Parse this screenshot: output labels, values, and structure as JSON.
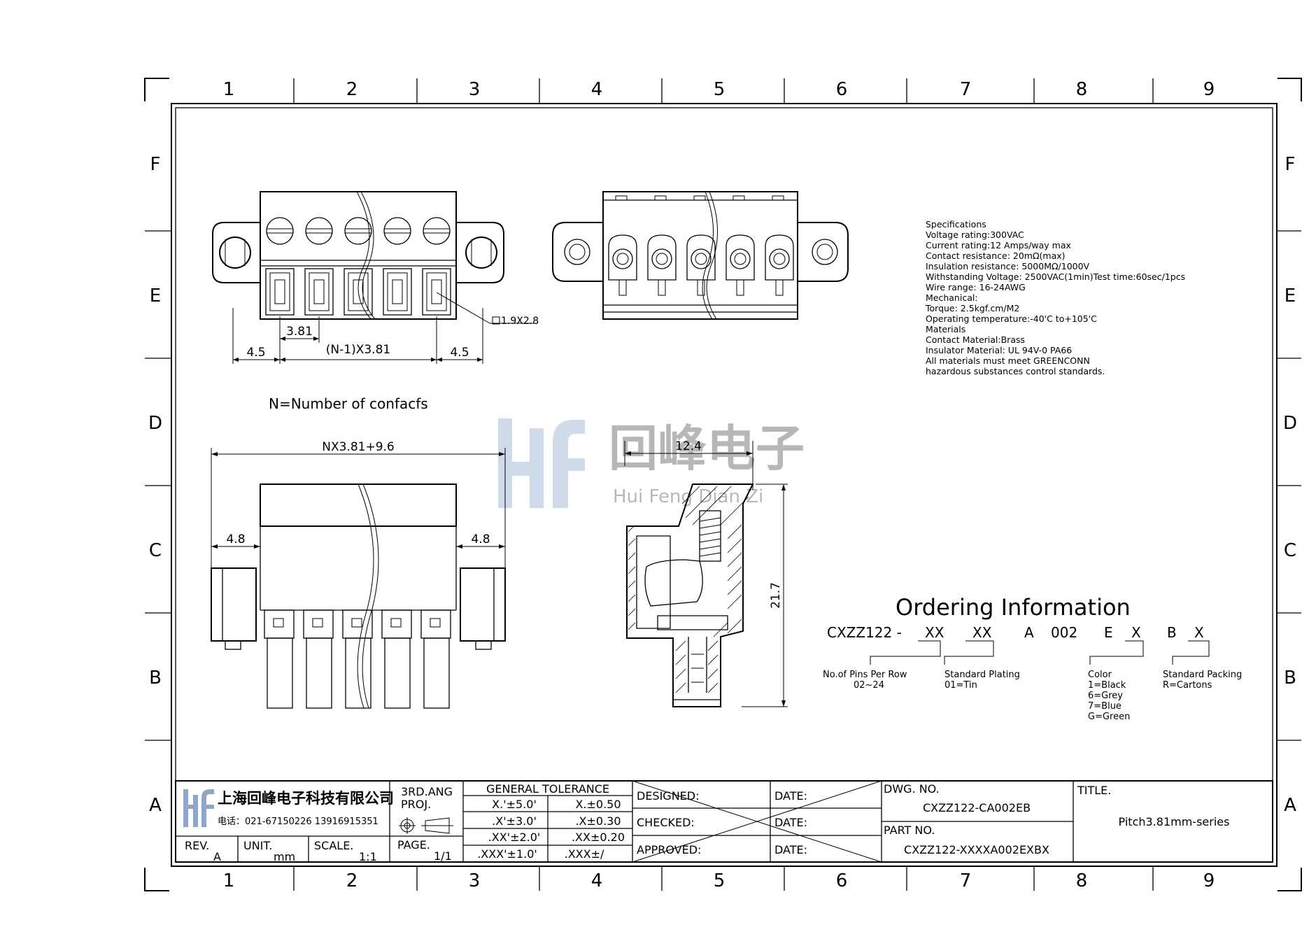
{
  "frame": {
    "columns": [
      "1",
      "2",
      "3",
      "4",
      "5",
      "6",
      "7",
      "8",
      "9"
    ],
    "rows": [
      "F",
      "E",
      "D",
      "C",
      "B",
      "A"
    ]
  },
  "dimensions": {
    "top_view": {
      "pitch": "3.81",
      "left_margin": "4.5",
      "middle": "(N-1)X3.81",
      "right_margin": "4.5",
      "hole": "1.9X2.8"
    },
    "note": "N=Number  of  confacfs",
    "front_view": {
      "overall": "NX3.81+9.6",
      "left_flange": "4.8",
      "right_flange": "4.8"
    },
    "side_view": {
      "depth": "12.4",
      "height": "21.7"
    }
  },
  "specifications": [
    "Specifications",
    "Voltage  rating:300VAC",
    "Current  rating:12  Amps/way  max",
    "Contact  resistance:  20mΩ(max)",
    "Insulation  resistance:  5000MΩ/1000V",
    "Withstanding  Voltage:  2500VAC(1min)Test  time:60sec/1pcs",
    "Wire  range:  16-24AWG",
    "Mechanical:",
    "Torque:  2.5kgf.cm/M2",
    "Operating  temperature:-40'C  to+105'C",
    "Materials",
    "Contact  Material:Brass",
    "Insulator  Material:  UL  94V-0  PA66",
    "All  materials  must  meet  GREENCONN",
    "hazardous  substances  control  standards."
  ],
  "ordering": {
    "title": "Ordering  Information",
    "code": {
      "prefix": "CXZZ122  -",
      "pins": "XX",
      "plating": "XX",
      "a": "A",
      "num": "002",
      "e": "E",
      "color": "X",
      "b": "B",
      "packing": "X"
    },
    "pins_label": [
      "No.of  Pins  Per  Row",
      "02~24"
    ],
    "plating_label": [
      "Standard  Plating",
      "01=Tin"
    ],
    "color_label": [
      "Color",
      "1=Black",
      "6=Grey",
      "7=Blue",
      "G=Green"
    ],
    "packing_label": [
      "Standard  Packing",
      "R=Cartons"
    ]
  },
  "watermark": {
    "chinese": "回峰电子",
    "pinyin": "Hui Feng Dian Zi"
  },
  "title_block": {
    "company": "上海回峰电子科技有限公司",
    "phone": "电话：021-67150226  13916915351",
    "rev_label": "REV.",
    "rev_value": "A",
    "unit_label": "UNIT.",
    "unit_value": "mm",
    "scale_label": "SCALE.",
    "scale_value": "1:1",
    "projection": [
      "3RD.ANG",
      "PROJ."
    ],
    "page_label": "PAGE.",
    "page_value": "1/1",
    "tolerance_title": "GENERAL  TOLERANCE",
    "tolerance_rows": [
      [
        "X.'±5.0'",
        "X.±0.50"
      ],
      [
        ".X'±3.0'",
        ".X±0.30"
      ],
      [
        ".XX'±2.0'",
        ".XX±0.20"
      ],
      [
        ".XXX'±1.0'",
        ".XXX±/"
      ]
    ],
    "designed": "DESIGNED:",
    "checked": "CHECKED:",
    "approved": "APPROVED:",
    "date": "DATE:",
    "dwg_label": "DWG.  NO.",
    "dwg_value": "CXZZ122-CA002EB",
    "part_label": "PART  NO.",
    "part_value": "CXZZ122-XXXXA002EXBX",
    "title_label": "TITLE.",
    "title_value": "Pitch3.81mm-series"
  },
  "icons": [
    "hf-logo-icon",
    "projection-symbol-icon"
  ]
}
